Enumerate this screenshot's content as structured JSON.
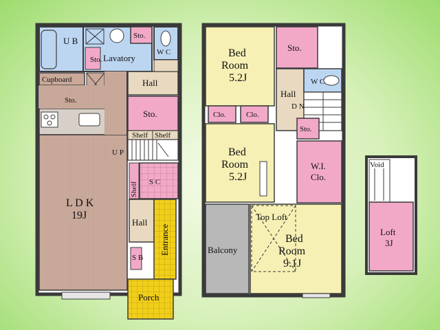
{
  "floor1": {
    "ub": "U B",
    "sto_top": "Sto.",
    "wc": "W C",
    "lavatory": "Lavatory",
    "sto_lav": "Sto.",
    "cupboard": "Cupboard",
    "sto_kitchen": "Sto.",
    "hall_upper": "Hall",
    "sto_mid": "Sto.",
    "shelf": "Shelf",
    "shelf2": "Shelf",
    "up": "U P",
    "sc": "S C",
    "shelf_side": "Shelf",
    "ldk": "L D K",
    "ldk_size": "19J",
    "hall_lower": "Hall",
    "entrance": "Entrance",
    "sb": "S B",
    "porch": "Porch"
  },
  "floor2": {
    "bed1": "Bed",
    "bed1b": "Room",
    "bed1_size": "5.2J",
    "sto_top": "Sto.",
    "wc": "W C",
    "hall": "Hall",
    "dn": "D N",
    "clo1": "Clo.",
    "clo2": "Clo.",
    "sto_small": "Sto.",
    "bed2": "Bed",
    "bed2b": "Room",
    "bed2_size": "5.2J",
    "wi": "W.I.",
    "wi2": "Clo.",
    "toploft": "Top Loft",
    "balcony": "Balcony",
    "bed3": "Bed",
    "bed3b": "Room",
    "bed3_size": "9.1J"
  },
  "loft": {
    "void": "Void",
    "loft": "Loft",
    "loft_size": "3J"
  },
  "colors": {
    "wall": "#3a3a3a",
    "ldk_floor": "#c9a99a",
    "wet_area": "#bcd6f2",
    "storage_pink": "#f2a9c8",
    "hall_beige": "#e8d9c0",
    "bedroom_yellow": "#f6f0b4",
    "balcony_grey": "#b8b8b8",
    "entrance_yellow": "#f1cf1a"
  }
}
